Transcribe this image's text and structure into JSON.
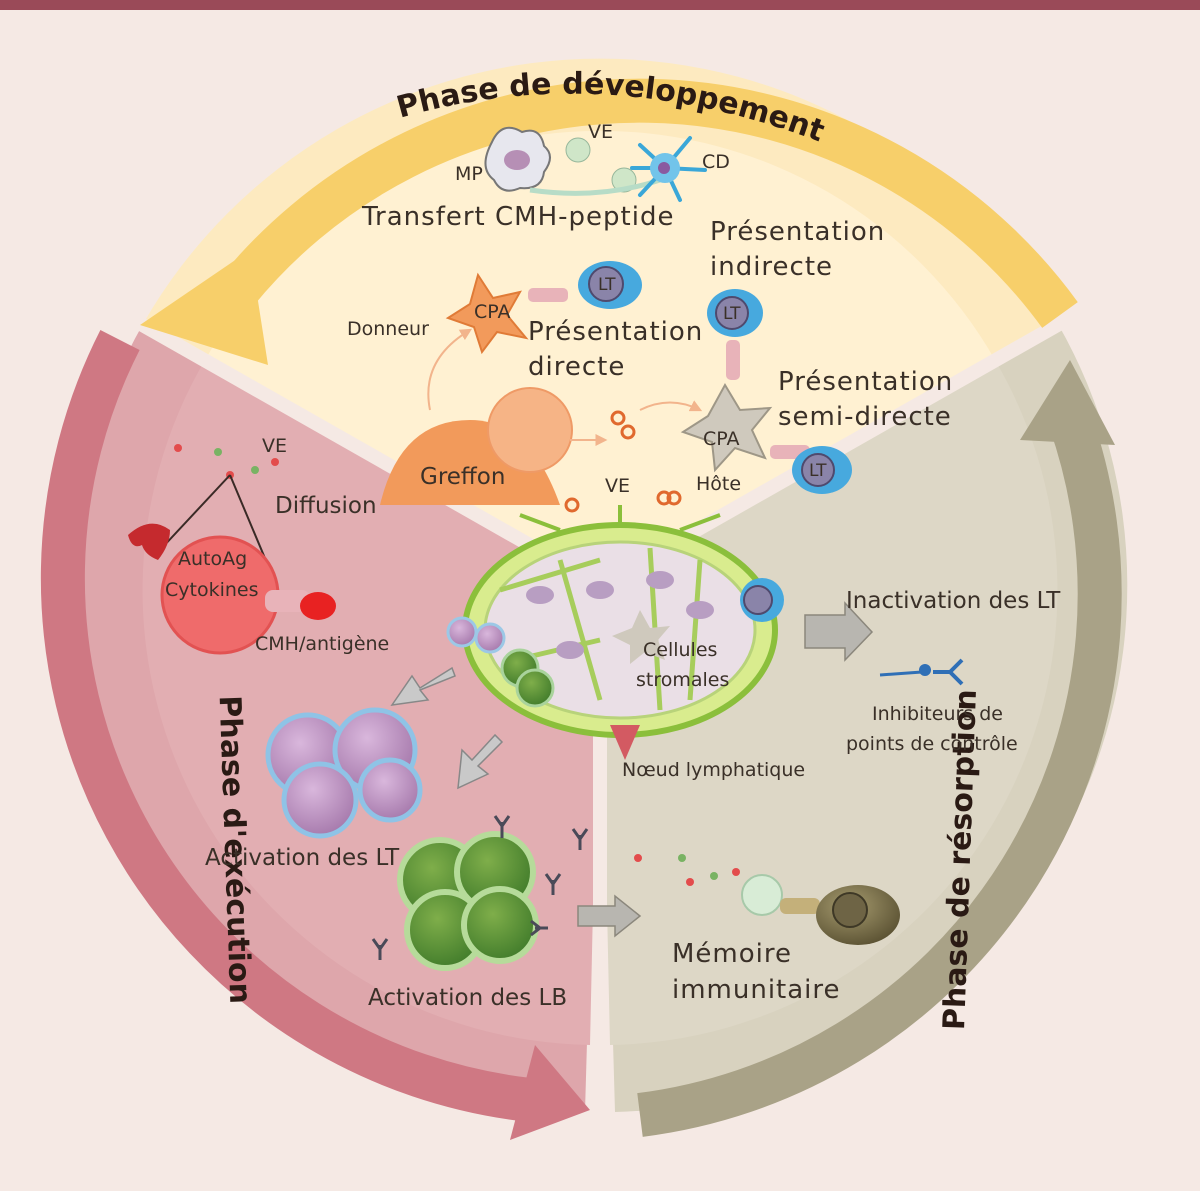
{
  "phases": {
    "development": "Phase de développement",
    "execution": "Phase d'exécution",
    "resorption": "Phase de résorption"
  },
  "top": {
    "mp": "MP",
    "ve": "VE",
    "cd": "CD",
    "transfer": "Transfert CMH-peptide",
    "indirect_1": "Présentation",
    "indirect_2": "indirecte",
    "lt": "LT",
    "cpa": "CPA",
    "donor": "Donneur",
    "direct_1": "Présentation",
    "direct_2": "directe",
    "semi_1": "Présentation",
    "semi_2": "semi-directe",
    "graft": "Greffon",
    "host": "Hôte"
  },
  "left": {
    "ve": "VE",
    "diffusion": "Diffusion",
    "autoag": "AutoAg",
    "cytokines": "Cytokines",
    "mhc": "CMH/antigène",
    "lt_activation": "Activation des LT",
    "lb_activation": "Activation des LB"
  },
  "right": {
    "inactivation": "Inactivation des LT",
    "inhibitors_1": "Inhibiteurs de",
    "inhibitors_2": "points de contrôle",
    "lymph_node": "Nœud lymphatique",
    "stromal_1": "Cellules",
    "stromal_2": "stromales",
    "memory_1": "Mémoire",
    "memory_2": "immunitaire"
  },
  "colors": {
    "development": "#f5cf6e",
    "execution": "#d27c84",
    "resorption": "#a9a287"
  }
}
